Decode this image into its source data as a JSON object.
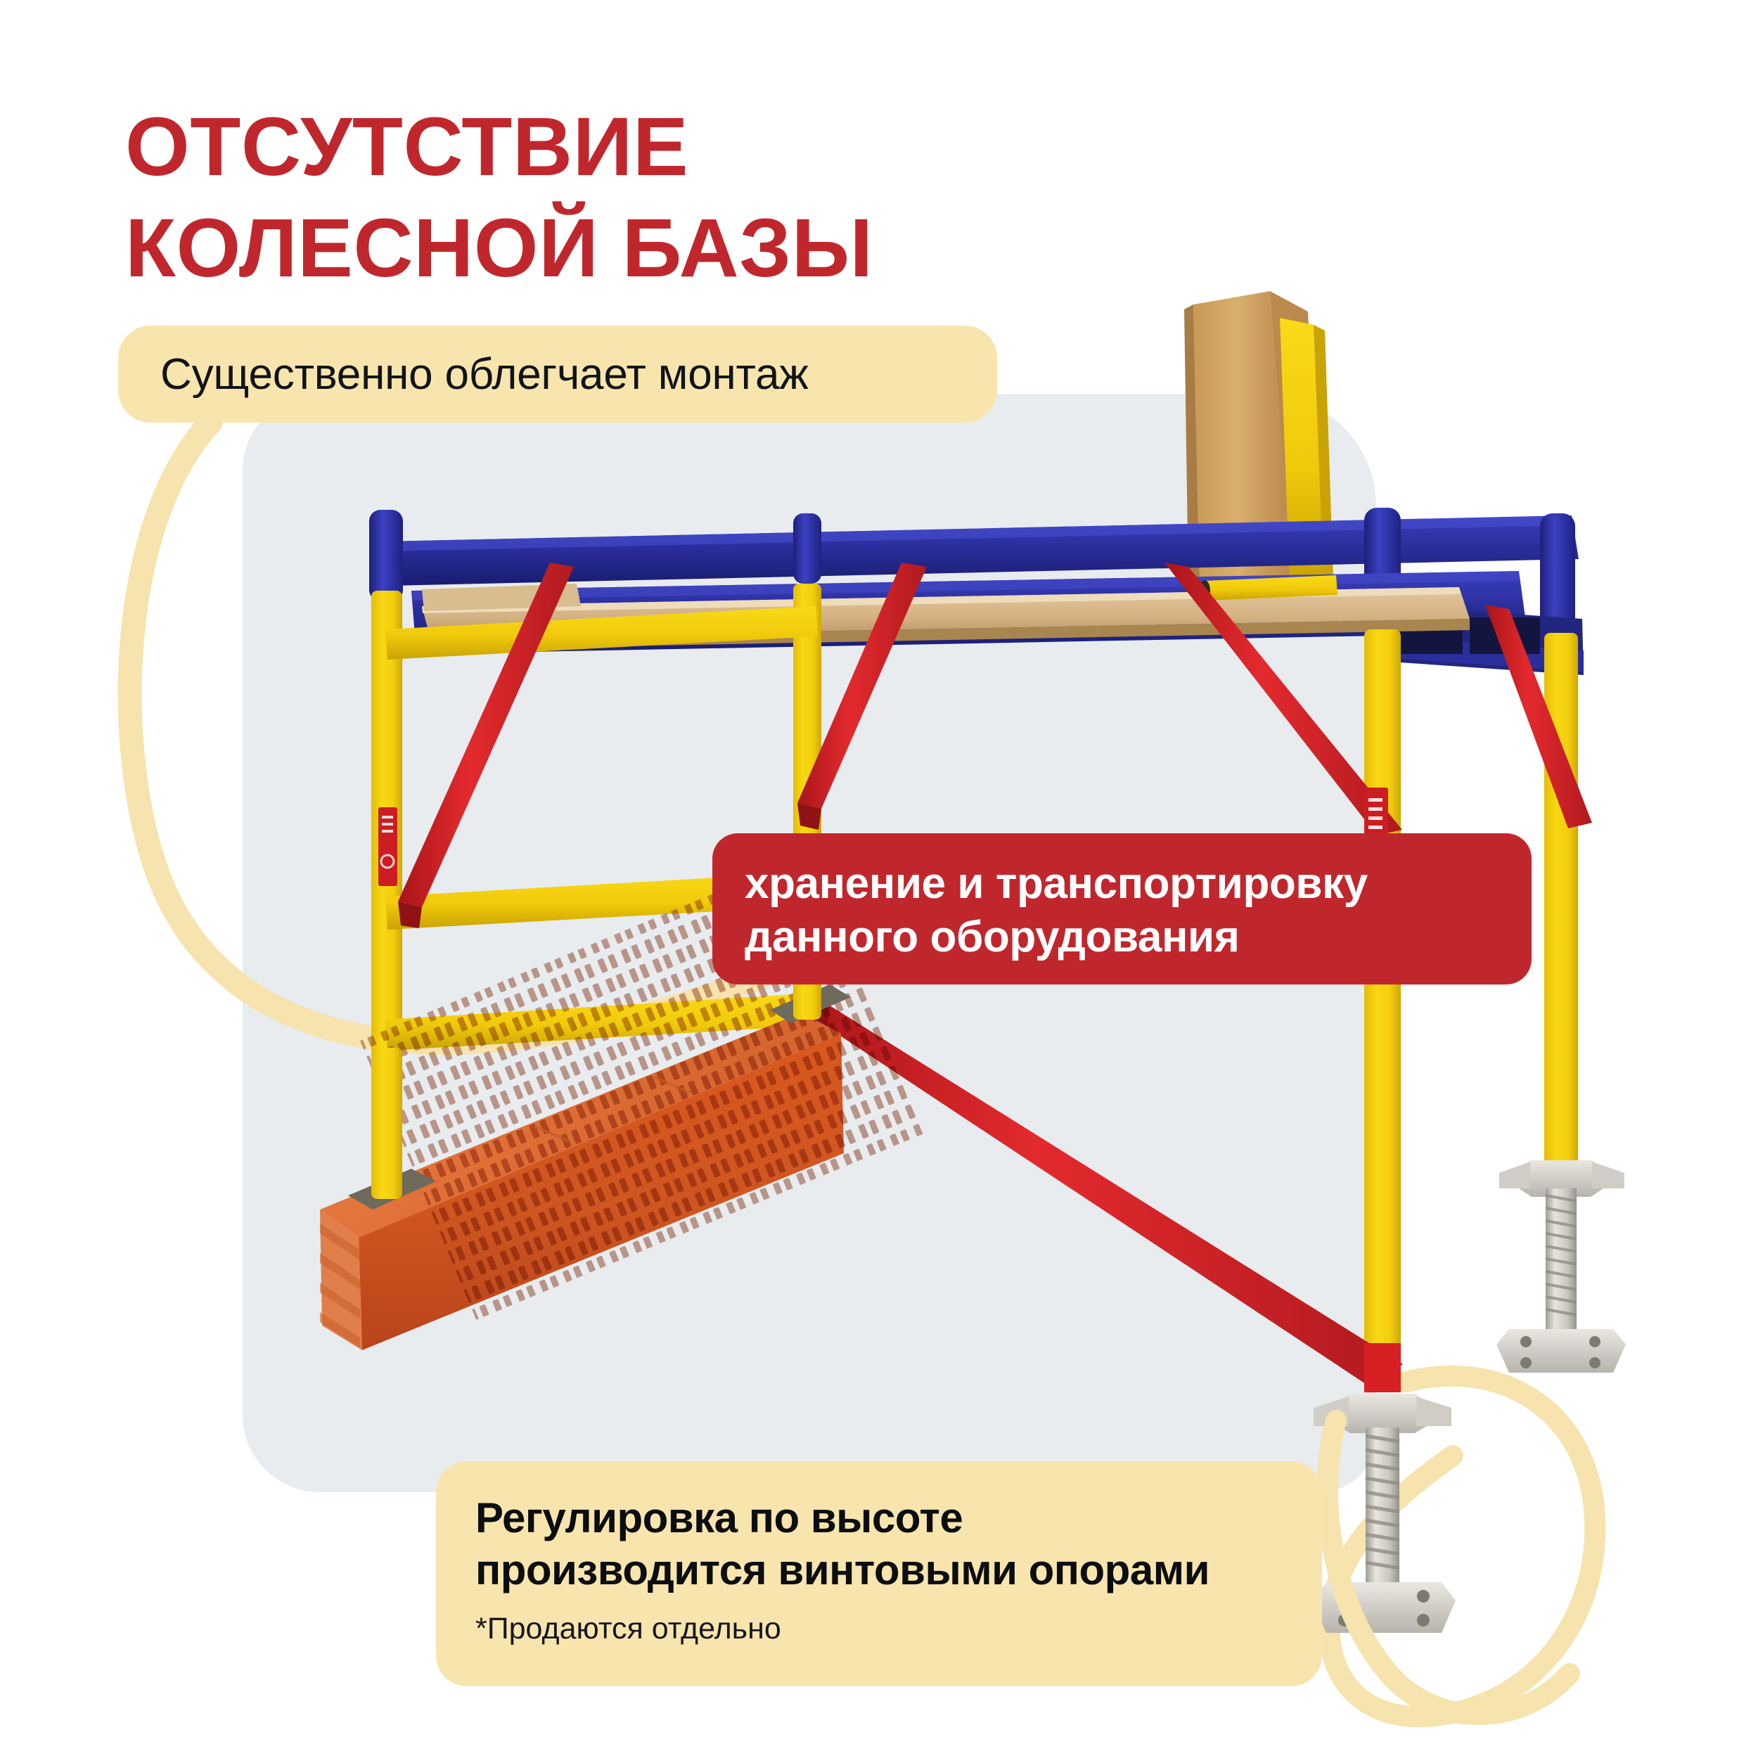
{
  "headline": {
    "line1": "ОТСУТСТВИЕ",
    "line2": "КОЛЕСНОЙ БАЗЫ",
    "full": "ОТСУТСТВИЕ\nКОЛЕСНОЙ БАЗЫ",
    "color": "#c0272d"
  },
  "callouts": {
    "top_pill": {
      "text": "Существенно облегчает монтаж",
      "bg_color": "#f8e5ae",
      "text_color": "#111418"
    },
    "red_box": {
      "line1": "хранение и транспортировку",
      "line2": "данного оборудования",
      "bg_color": "#c0272d",
      "text_color": "#ffffff"
    },
    "bottom_pill": {
      "line1": "Регулировка по высоте",
      "line2": "производится винтовыми опорами",
      "footnote": "*Продаются отдельно",
      "bg_color": "#f8e5ae",
      "text_color": "#0b0d10"
    }
  },
  "background": {
    "page_color": "#ffffff",
    "panel_color": "#e8ecef",
    "curve_color": "#f6e3ad"
  },
  "product": {
    "name": "scaffolding-tower",
    "colors": {
      "post_yellow": "#f5d010",
      "post_yellow_dark": "#d4ad07",
      "rail_blue": "#2b2f9e",
      "rail_blue_dark": "#1d2076",
      "brace_red": "#d81f23",
      "brace_red_dark": "#a8161a",
      "plywood": "#d9b98a",
      "plywood_dark": "#bf9a66",
      "brick_orange": "#e0642a",
      "brick_orange_dark": "#b94a1c",
      "metal_grey": "#d7d5cd",
      "metal_grey_dark": "#a8a69c",
      "sticker_red": "#cc1d22"
    },
    "parts": [
      {
        "name": "upper-guard-rail",
        "color": "#2b2f9e"
      },
      {
        "name": "plywood-deck",
        "color": "#d9b98a"
      },
      {
        "name": "vertical-post",
        "color": "#f5d010"
      },
      {
        "name": "diagonal-brace",
        "color": "#d81f23"
      },
      {
        "name": "screw-jack-support",
        "color": "#d7d5cd"
      },
      {
        "name": "clay-block-stack",
        "color": "#e0642a"
      },
      {
        "name": "leaning-plywood-panel",
        "color": "#c9a063"
      },
      {
        "name": "warning-sticker",
        "color": "#cc1d22"
      }
    ]
  }
}
